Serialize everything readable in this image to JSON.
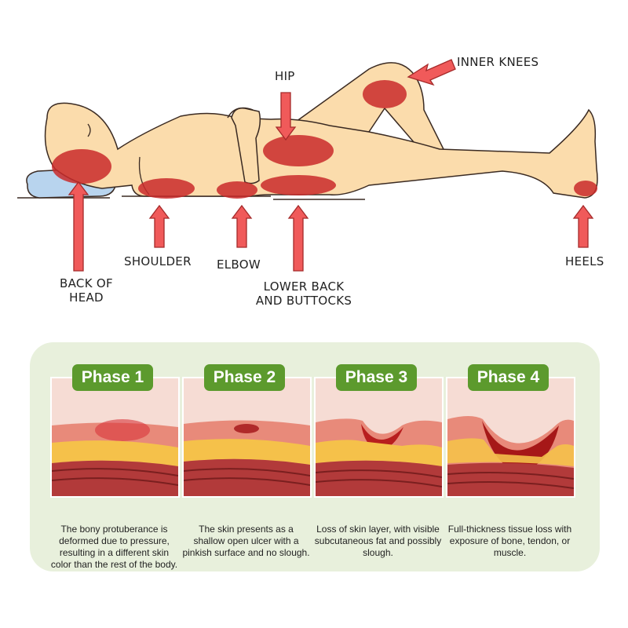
{
  "figure": {
    "labels": {
      "inner_knees": "INNER KNEES",
      "hip": "HIP",
      "shoulder": "SHOULDER",
      "elbow": "ELBOW",
      "back_of_head": "BACK OF\nHEAD",
      "lower_back": "LOWER BACK\nAND BUTTOCKS",
      "heels": "HEELS"
    },
    "colors": {
      "skin": "#fbdcac",
      "outline": "#3a2a22",
      "pressure": "#c92a2a",
      "arrow": "#f05a5a",
      "pillow": "#b8d4ee"
    }
  },
  "phases": [
    {
      "title": "Phase 1",
      "description": "The bony protuberance is deformed due to pressure, resulting in a different skin color than the rest of the body."
    },
    {
      "title": "Phase 2",
      "description": "The skin presents as a shallow open ulcer with a pinkish surface and no slough."
    },
    {
      "title": "Phase 3",
      "description": "Loss of skin layer, with visible subcutaneous fat and possibly slough."
    },
    {
      "title": "Phase 4",
      "description": "Full-thickness tissue loss with exposure of bone, tendon, or muscle."
    }
  ],
  "panel_colors": {
    "background": "#e8f0dc",
    "badge": "#5c9a2d"
  }
}
